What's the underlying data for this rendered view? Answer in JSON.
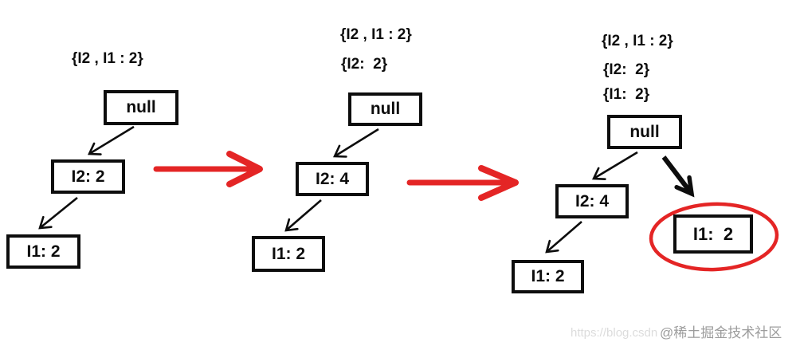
{
  "figure": {
    "description_type": "fp-tree-construction-steps",
    "trees": [
      {
        "annotations": [
          "{I2 , I1 : 2}"
        ],
        "nodes": {
          "root": "null",
          "child": "I2: 2",
          "grandchild": "I1: 2"
        }
      },
      {
        "annotations": [
          "{I2 , I1 : 2}",
          "{I2:  2}"
        ],
        "nodes": {
          "root": "null",
          "child": "I2: 4",
          "grandchild": "I1: 2"
        }
      },
      {
        "annotations": [
          "{I2 , I1 : 2}",
          "{I2:  2}",
          "{I1:  2}"
        ],
        "nodes": {
          "root": "null",
          "left_child": "I2: 4",
          "left_grandchild": "I1: 2",
          "right_child_highlighted": "I1:  2"
        }
      }
    ]
  },
  "colors": {
    "ink_black": "#0d0d0d",
    "transition_arrow_red": "#e42525",
    "highlight_ellipse_red": "#e42525",
    "watermark_gray": "#9c9c9c",
    "watermark_light_gray": "#dcdcdc"
  },
  "watermark": {
    "community": "@稀土掘金技术社区",
    "url_fragment": "https://blog.csdn"
  }
}
